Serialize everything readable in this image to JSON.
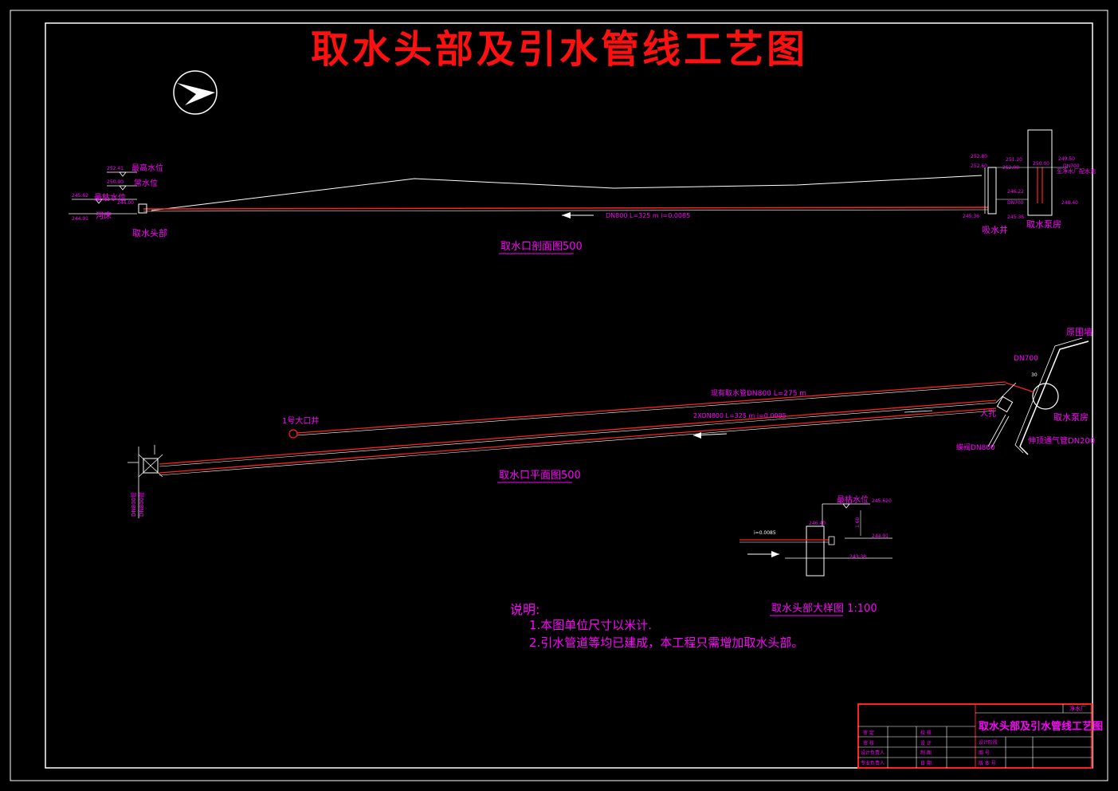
{
  "title": "取水头部及引水管线工艺图",
  "colors": {
    "background": "#000000",
    "frame": "#ffffff",
    "title": "#ff1010",
    "label": "#ff00ff",
    "pipe": "#ff2020",
    "line": "#ffffff"
  },
  "profile": {
    "caption": "取水口剖面图500",
    "labels": {
      "highest_level": "最高水位",
      "normal_level": "常水位",
      "lowest_level": "最枯水位",
      "riverbed": "河床",
      "intake_head": "取水头部",
      "pipe_note": "DN800 L=325 m i=0.0085",
      "intake_well": "吸水井",
      "pump_house": "取水泵房",
      "plant_note": "至净水厂配水池"
    },
    "elevations": {
      "left_1": "252.41",
      "left_2": "250.90",
      "left_3": "245.62",
      "left_4": "244.91",
      "left_5": "244.00",
      "right_1": "252.80",
      "right_2": "252.60",
      "right_3": "251.20",
      "right_4": "252.00",
      "right_5": "250.00",
      "right_6": "249.50",
      "right_7": "246.22",
      "right_8": "245.36",
      "right_9": "DN700",
      "right_10": "DN700",
      "right_11": "248.40"
    }
  },
  "plan": {
    "caption": "取水口平面图500",
    "labels": {
      "well_1": "1号大口井",
      "existing_pipe": "现有取水管DN800 L=275 m",
      "new_pipe": "2XDN800 L=325 m i=0.0085",
      "pump_house": "取水泵房",
      "fence": "原围墙",
      "dn700": "DN700",
      "manhole": "人孔",
      "valve": "蝶阀DN800",
      "vent": "伸顶通气管DN200",
      "dim_30": "30",
      "left_1": "DN800管",
      "left_2": "DN800管"
    }
  },
  "detail": {
    "caption": "取水头部大样图 1:100",
    "labels": {
      "lowest_level": "最枯水位",
      "elev_1": "245.620",
      "elev_2": "246.40",
      "elev_3": "244.91",
      "elev_4": "243.38",
      "slope": "i=0.0085",
      "dim": "1.60"
    }
  },
  "notes": {
    "heading": "说明:",
    "items": [
      "1.本图单位尺寸以米计.",
      "2.引水管道等均已建成，本工程只需增加取水头部。"
    ]
  },
  "title_block": {
    "title": "取水头部及引水管线工艺图",
    "project": "净水厂",
    "rows": [
      [
        "审 定",
        "",
        "校 核",
        "",
        "设计阶段",
        ""
      ],
      [
        "审 核",
        "",
        "设 计",
        "",
        "",
        ""
      ],
      [
        "设计负责人",
        "",
        "制 图",
        "",
        "图 号",
        ""
      ],
      [
        "专业负责人",
        "",
        "日 期",
        "",
        "版 本 号",
        ""
      ]
    ]
  }
}
